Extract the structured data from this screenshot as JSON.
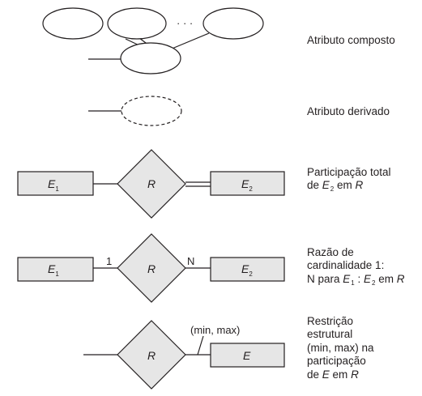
{
  "legend": {
    "composite_attribute": "Atributo composto",
    "derived_attribute": "Atributo derivado",
    "total_participation": {
      "line1": "Participação total",
      "line2_prefix": "de ",
      "line2_entity": "E",
      "line2_sub": "2",
      "line2_mid": " em ",
      "line2_rel": "R"
    },
    "cardinality_ratio": {
      "line1": "Razão de",
      "line2": "cardinalidade 1:",
      "line3_prefix": "N para ",
      "e1": "E",
      "e1_sub": "1",
      "sep": " : ",
      "e2": "E",
      "e2_sub": "2",
      "line3_mid": " em ",
      "rel": "R"
    },
    "structural_constraint": {
      "line1": "Restrição",
      "line2": "estrutural",
      "line3": "(min, max) na",
      "line4": "participação",
      "line5_prefix": "de ",
      "entity": "E",
      "line5_mid": " em ",
      "rel": "R"
    }
  },
  "diagram": {
    "ellipsis": "· · ·",
    "relationship": "R",
    "entity_e": "E",
    "entity_e1_sub": "1",
    "entity_e2_sub": "2",
    "card_one": "1",
    "card_n": "N",
    "min_max": "(min, max)"
  },
  "colors": {
    "fill": "#e6e6e6",
    "stroke": "#231f20"
  }
}
